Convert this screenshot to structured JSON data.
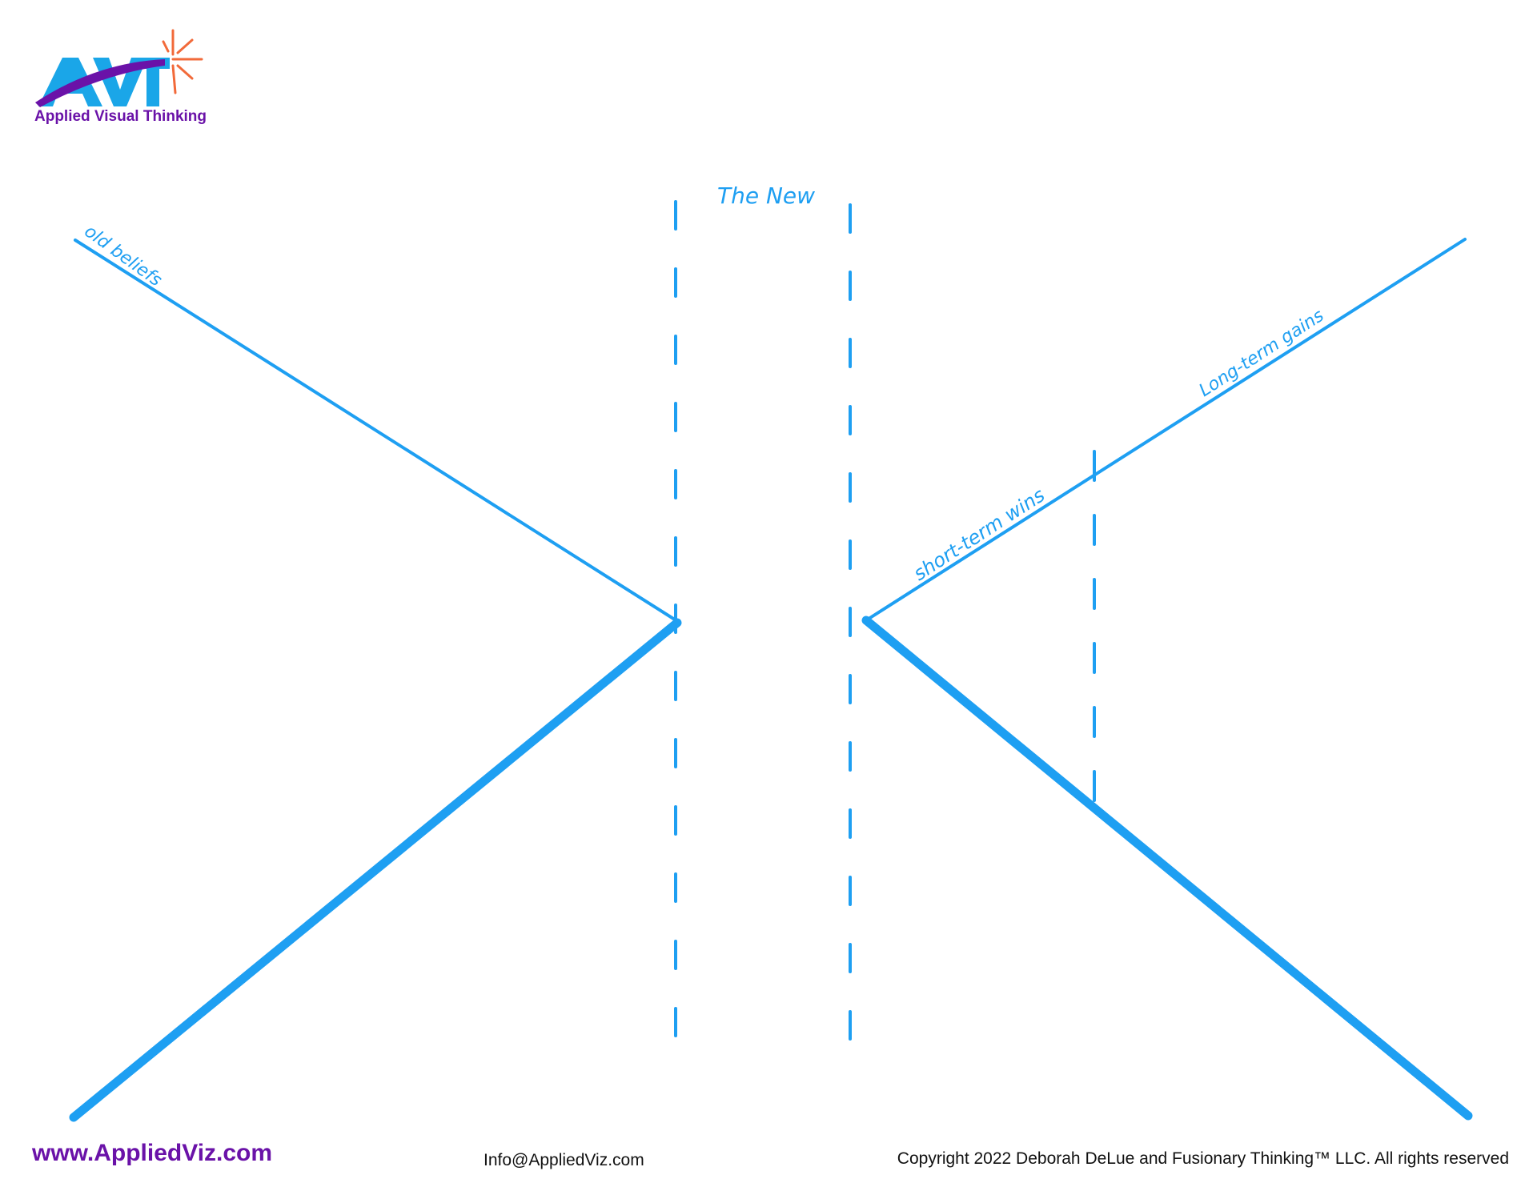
{
  "logo": {
    "mark": "AVT",
    "caption": "Applied Visual Thinking",
    "icon": "avt-logo-icon"
  },
  "diagram": {
    "label_the_new": "The New",
    "label_old_beliefs": "old beliefs",
    "label_short_term_wins": "short-term wins",
    "label_long_term_gains": "Long-term gains"
  },
  "footer": {
    "website": "www.AppliedViz.com",
    "email": "Info@AppliedViz.com",
    "copyright": "Copyright 2022 Deborah DeLue and Fusionary Thinking™ LLC. All rights reserved"
  },
  "colors": {
    "line_blue": "#1e9ff2",
    "brand_purple": "#6a12a8",
    "logo_cyan": "#1aa6e8",
    "logo_orange": "#f26a3a"
  }
}
